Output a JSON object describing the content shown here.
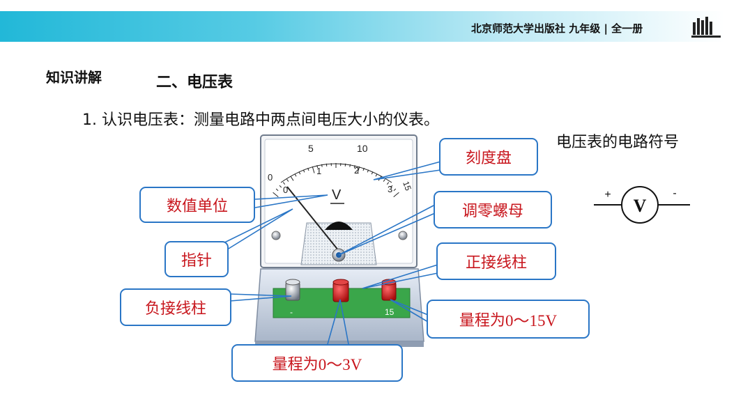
{
  "header": {
    "publisher_text": "北京师范大学出版社 九年级 | 全一册"
  },
  "section": {
    "tag": "知识讲解",
    "title": "二、电压表"
  },
  "point": {
    "text": "1. 认识电压表：测量电路中两点间电压大小的仪表。"
  },
  "symbol": {
    "caption": "电压表的电路符号",
    "letter": "V",
    "plus": "+",
    "minus": "-"
  },
  "meter": {
    "scale_top": [
      "5",
      "10"
    ],
    "scale_bottom": [
      "0",
      "1",
      "2",
      "3"
    ],
    "top_zero": "0",
    "top_end": "15",
    "unit": "V",
    "terminal_neg": "-",
    "terminal_15": "15"
  },
  "callouts": {
    "dial": "刻度盘",
    "unit": "数值单位",
    "zero_adjust": "调零螺母",
    "pointer": "指针",
    "pos_terminal": "正接线柱",
    "neg_terminal": "负接线柱",
    "range15_prefix": "量程为",
    "range15_value": "0～15V",
    "range3_prefix": "量程为",
    "range3_value": "0～3V"
  },
  "colors": {
    "accent_blue": "#2a76c6",
    "label_red": "#c8161d",
    "board_green": "#3aa64a"
  }
}
